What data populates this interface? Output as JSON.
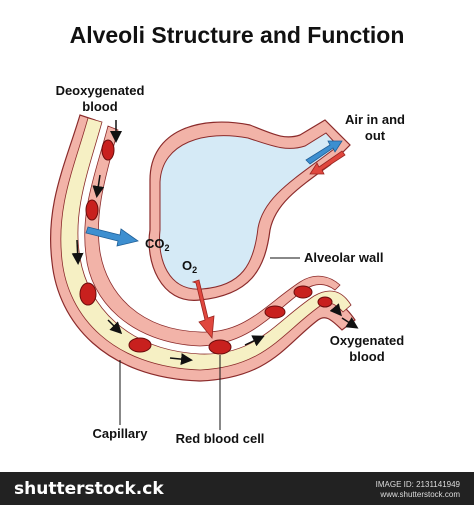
{
  "title": "Alveoli Structure and Function",
  "labels": {
    "deoxygenated": "Deoxygenated blood",
    "air": "Air in and out",
    "co2": "CO",
    "co2_sub": "2",
    "o2": "O",
    "o2_sub": "2",
    "alveolar_wall": "Alveolar wall",
    "oxygenated": "Oxygenated blood",
    "capillary": "Capillary",
    "red_blood_cell": "Red blood cell"
  },
  "footer": {
    "brand": "shutterstock.ck",
    "image_id": "IMAGE ID: 2131141949",
    "site": "www.shutterstock.com"
  },
  "colors": {
    "wall": "#f2b3a8",
    "wall_stroke": "#8b2b2b",
    "alveolus": "#d5eaf6",
    "plasma": "#f6f0c4",
    "rbc": "#c8201e",
    "arrow_blue": "#3d8fd0",
    "arrow_red": "#e0473e"
  }
}
